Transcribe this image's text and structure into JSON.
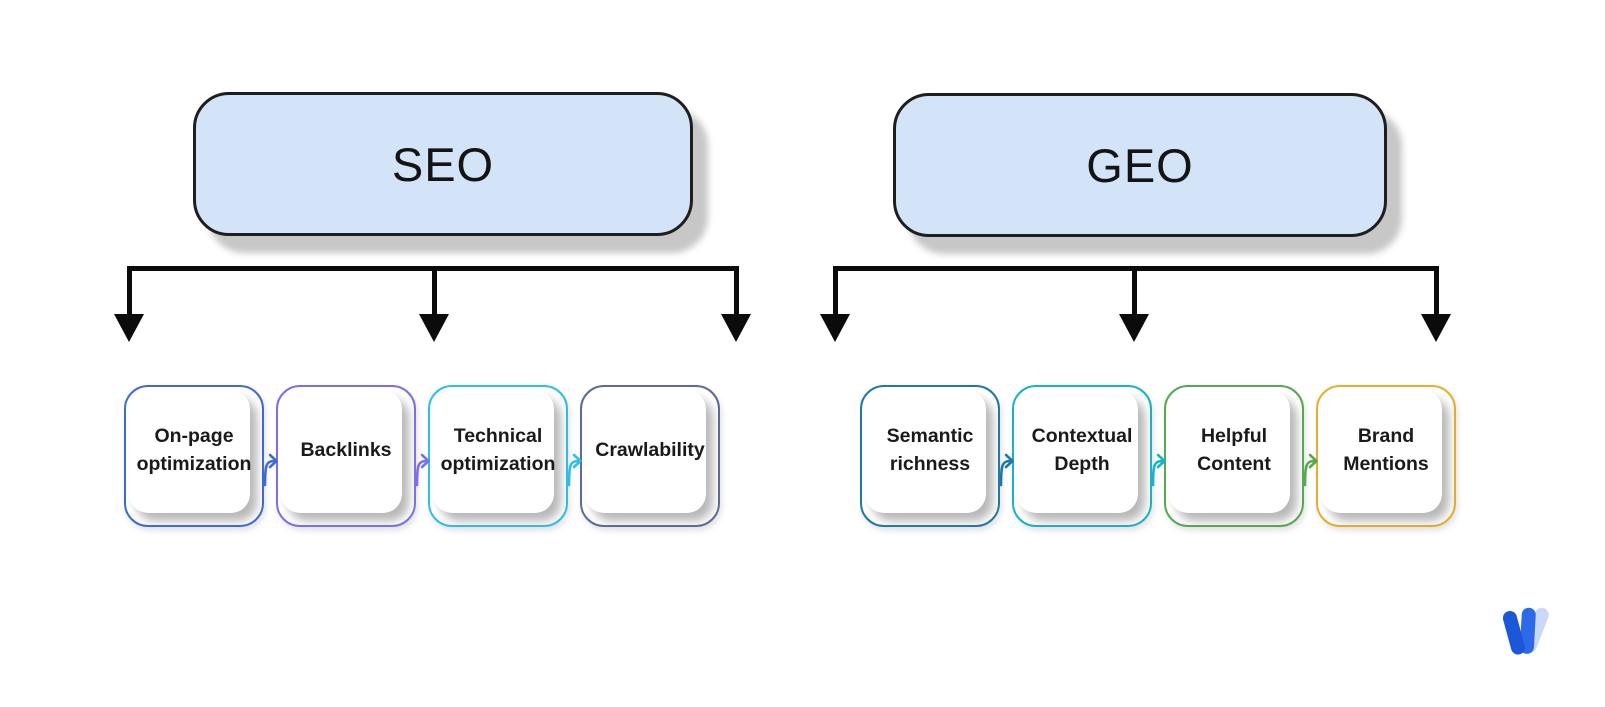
{
  "diagram": {
    "groups": [
      {
        "title": "SEO",
        "items": [
          {
            "label": "On-page optimization",
            "color": "#3e6ad5"
          },
          {
            "label": "Backlinks",
            "color": "#7b70e8"
          },
          {
            "label": "Technical optimization",
            "color": "#2ebfe9"
          },
          {
            "label": "Crawlability",
            "color": "#5d6b99"
          }
        ]
      },
      {
        "title": "GEO",
        "items": [
          {
            "label": "Semantic richness",
            "color": "#2178a8"
          },
          {
            "label": "Contextual Depth",
            "color": "#18b2cb"
          },
          {
            "label": "Helpful Content",
            "color": "#55aa50"
          },
          {
            "label": "Brand Mentions",
            "color": "#e9ae2c"
          }
        ]
      }
    ]
  },
  "colors": {
    "node_fill": "#d3e4f9",
    "node_border": "#1e1e1e",
    "node_shadow": "#c7c7c7",
    "tree": "#0b0b0b",
    "text": "#1a1a1a",
    "logo_dark_blue": "#1b57d8",
    "logo_blue": "#2e6ae8",
    "logo_light_blue": "#c9d8f7"
  },
  "logo": {
    "name": "writesonic-w-mark"
  }
}
